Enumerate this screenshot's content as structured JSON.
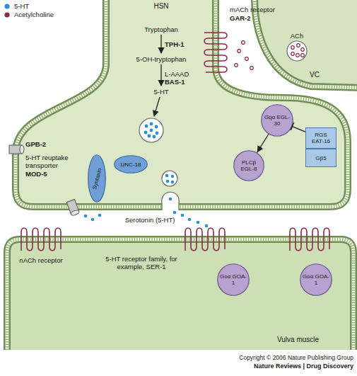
{
  "diagram": {
    "nodes": [
      {
        "text": [
          "HSN"
        ]
      },
      {
        "text": [
          "VC"
        ]
      },
      {
        "text": [
          "Gqα EGL-30"
        ],
        "in": 0
      },
      {
        "text": [
          "RGS EAT-16"
        ],
        "in": 0
      },
      {
        "text": [
          "PLCβ EGL-8"
        ],
        "in": 0
      },
      {
        "text": [
          "Gβ5"
        ],
        "in": 0
      },
      {
        "text": [
          "Syntaxin"
        ],
        "in": 0
      },
      {
        "text": [
          "UNC-18"
        ],
        "in": 0
      },
      {
        "text": [
          "Vulva muscle"
        ]
      },
      {
        "text": [
          "Goα GOA-1"
        ],
        "in": 8
      },
      {
        "text": [
          "Goα GOA-1"
        ],
        "in": 8
      }
    ],
    "edges": [
      {
        "from": 2,
        "to": 4,
        "arrow": "to"
      },
      {
        "from": 3,
        "to": 2,
        "arrow": "to"
      }
    ],
    "labels": [
      "Tryptophan",
      "TPH-1",
      "5-OH-tryptophan",
      "L-AAAD",
      "BAS-1",
      "5-HT",
      "ACh",
      "mACh receptor",
      "GAR-2",
      "GPB-2",
      "5-HT reuptake transporter",
      "MOD-5",
      "Serotonin (5-HT)",
      "nACh receptor",
      "5-HT receptor family, for example, SER-1",
      "Copyright © 2006 Nature Publishing Group",
      "Nature Reviews | Drug Discovery"
    ],
    "legend": [
      {
        "text": "5-HT",
        "color": "#2b8fd6"
      },
      {
        "text": "Acetylcholine",
        "color": "#8b2b4b"
      }
    ]
  }
}
